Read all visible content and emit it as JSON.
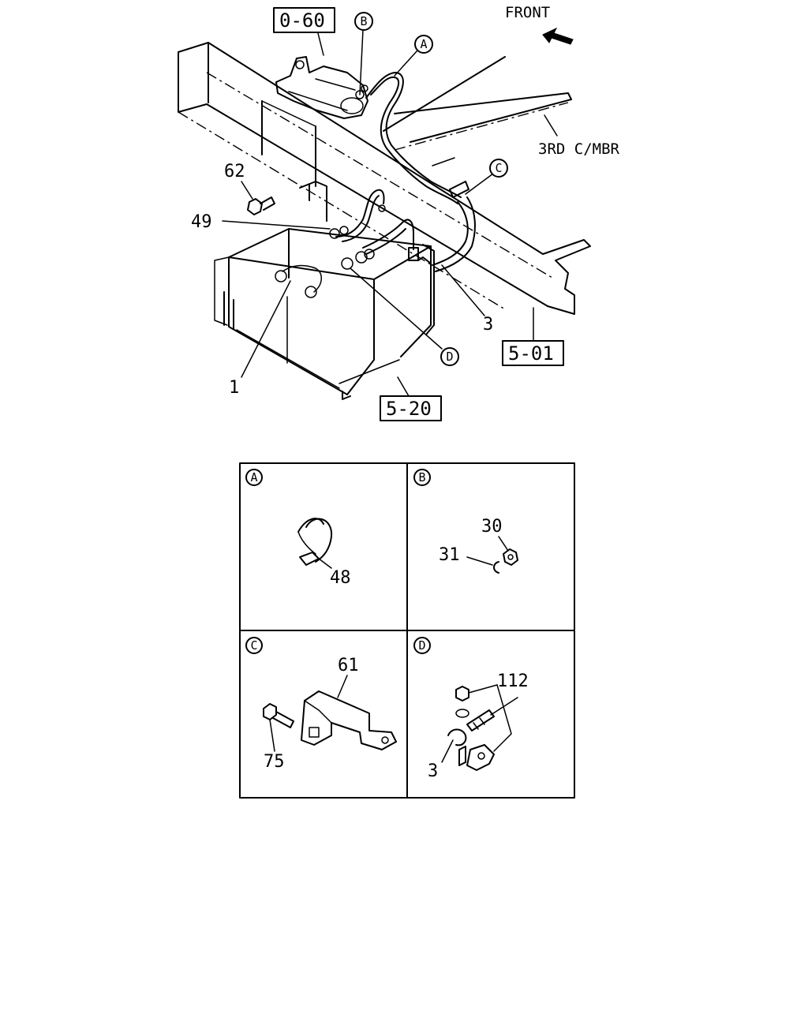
{
  "header": {
    "front_label": "FRONT",
    "frame_member_label": "3RD C/MBR"
  },
  "references": {
    "ref_0_60": "0-60",
    "ref_5_01": "5-01",
    "ref_5_20": "5-20"
  },
  "callouts": {
    "A": "A",
    "B": "B",
    "C": "C",
    "D": "D"
  },
  "main_parts": {
    "p62": "62",
    "p49": "49",
    "p1": "1",
    "p3": "3"
  },
  "details": {
    "A": {
      "letter": "A",
      "parts": {
        "p48": "48"
      }
    },
    "B": {
      "letter": "B",
      "parts": {
        "p30": "30",
        "p31": "31"
      }
    },
    "C": {
      "letter": "C",
      "parts": {
        "p61": "61",
        "p75": "75"
      }
    },
    "D": {
      "letter": "D",
      "parts": {
        "p112": "112",
        "p3": "3"
      }
    }
  },
  "icons": [
    "front-arrow-icon"
  ]
}
